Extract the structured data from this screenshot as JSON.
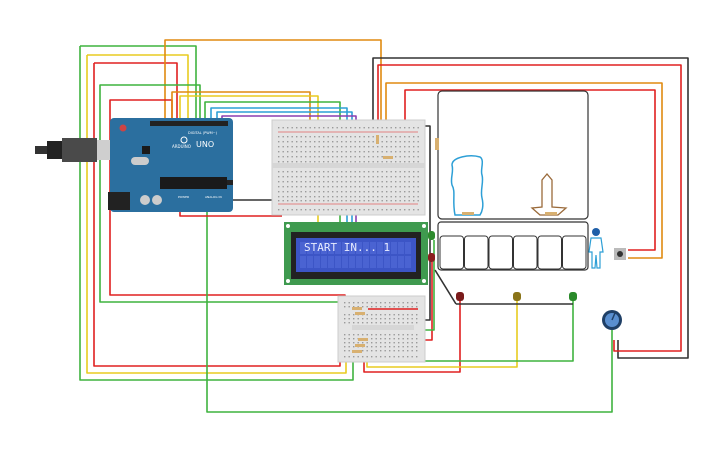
{
  "canvas": {
    "title": ""
  },
  "arduino": {
    "model": "UNO",
    "brand": "ARDUINO",
    "digital_label": "DIGITAL (PWM~)",
    "power_label": "POWER",
    "analog_label": "ANALOG IN",
    "board_color": "#2b6f9f"
  },
  "lcd": {
    "line1": "START IN... 1",
    "line2": "",
    "screen_color": "#3c55c6",
    "board_color": "#3f9a4f"
  },
  "leds": [
    {
      "color": "green",
      "hex": "#2e8b2e"
    },
    {
      "color": "red",
      "hex": "#8b1e1e"
    },
    {
      "color": "red",
      "hex": "#7a1a1a"
    },
    {
      "color": "yellow",
      "hex": "#8a7418"
    },
    {
      "color": "green",
      "hex": "#2a8a2a"
    }
  ],
  "components": {
    "potentiometer": "potentiometer-icon",
    "pushbutton": "pushbutton-icon",
    "pir_person": "person-icon",
    "sensor_shapes": [
      "car-outline-icon",
      "arrow-up-outline-icon"
    ]
  },
  "wire_colors": {
    "red": "#e02020",
    "black": "#333333",
    "green": "#3fb33f",
    "yellow": "#e8cc20",
    "orange": "#e08a10",
    "blue": "#2d9fd6",
    "purple": "#8a3fb0",
    "brown": "#9a6a3a"
  }
}
